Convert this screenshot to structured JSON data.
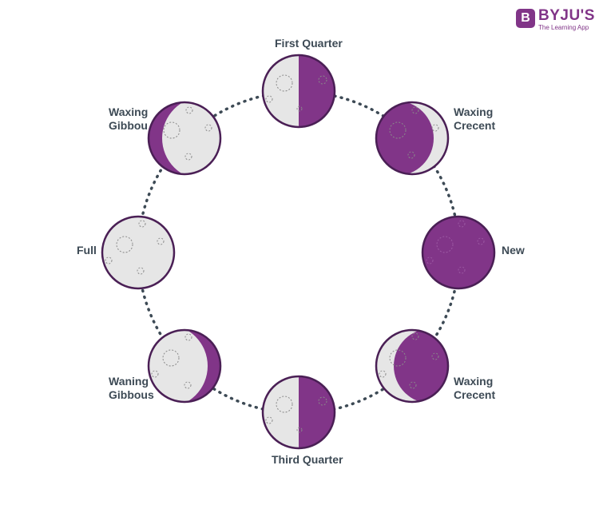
{
  "brand": {
    "logo_letter": "B",
    "name": "BYJU'S",
    "tagline": "The Learning App",
    "color": "#813588"
  },
  "colors": {
    "shadow": "#813588",
    "lit": "#e6e6e6",
    "outline": "#4a1f55",
    "orbit": "#3d4a55",
    "label": "#3d4a55"
  },
  "phases": [
    {
      "id": "first-quarter",
      "label_lines": [
        "First Quarter"
      ]
    },
    {
      "id": "waxing-crecent-top",
      "label_lines": [
        "Waxing",
        "Crecent"
      ]
    },
    {
      "id": "new",
      "label_lines": [
        "New"
      ]
    },
    {
      "id": "waxing-crecent-bottom",
      "label_lines": [
        "Waxing",
        "Crecent"
      ]
    },
    {
      "id": "third-quarter",
      "label_lines": [
        "Third Quarter"
      ]
    },
    {
      "id": "waning-gibbous",
      "label_lines": [
        "Waning",
        "Gibbous"
      ]
    },
    {
      "id": "full",
      "label_lines": [
        "Full"
      ]
    },
    {
      "id": "waxing-gibbous",
      "label_lines": [
        "Waxing",
        "Gibbou"
      ]
    }
  ]
}
